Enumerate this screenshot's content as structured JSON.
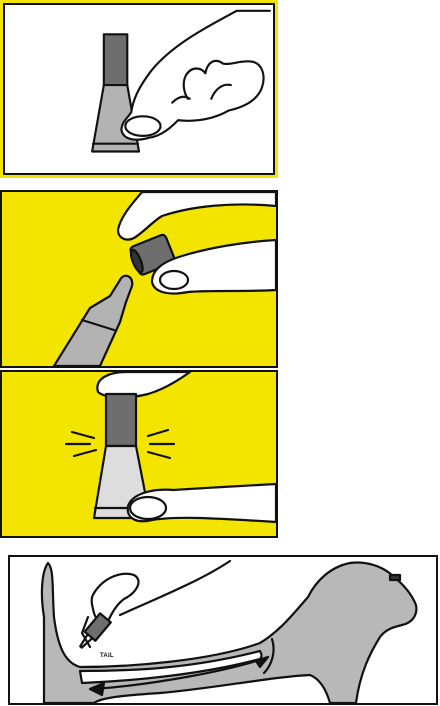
{
  "colors": {
    "panel_yellow": "#f3e500",
    "tube_gray": "#b3b3b3",
    "cap_gray": "#6e6e6e",
    "dog_gray": "#b8b8b8",
    "outline": "#111111"
  },
  "panels": [
    {
      "name": "step-hold-applicator",
      "background": "white-with-yellow-border"
    },
    {
      "name": "step-remove-cap",
      "background": "yellow"
    },
    {
      "name": "step-snap-cap",
      "background": "yellow"
    },
    {
      "name": "step-apply-to-dog",
      "background": "white"
    }
  ],
  "dog_illustration": {
    "tail_label": "TAIL"
  }
}
